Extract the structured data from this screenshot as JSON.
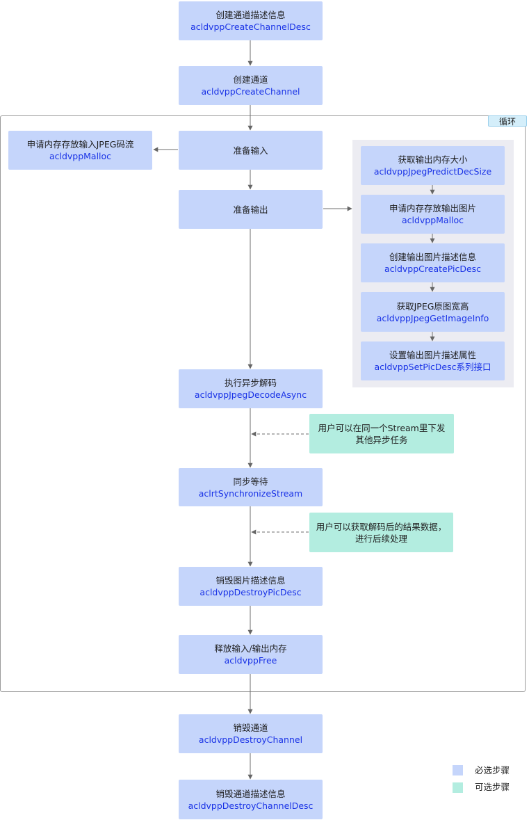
{
  "loop_label": "循环",
  "steps": {
    "create_channel_desc": {
      "title": "创建通道描述信息",
      "api": "acldvppCreateChannelDesc"
    },
    "create_channel": {
      "title": "创建通道",
      "api": "acldvppCreateChannel"
    },
    "prepare_input": {
      "title": "准备输入"
    },
    "malloc_input": {
      "title": "申请内存存放输入JPEG码流",
      "api": "acldvppMalloc"
    },
    "prepare_output": {
      "title": "准备输出"
    },
    "predict_size": {
      "title": "获取输出内存大小",
      "api": "acldvppJpegPredictDecSize"
    },
    "malloc_output": {
      "title": "申请内存存放输出图片",
      "api": "acldvppMalloc"
    },
    "create_pic_desc": {
      "title": "创建输出图片描述信息",
      "api": "acldvppCreatePicDesc"
    },
    "get_image_info": {
      "title": "获取JPEG原图宽高",
      "api": "acldvppJpegGetImageInfo"
    },
    "set_pic_desc": {
      "title": "设置输出图片描述属性",
      "api": "acldvppSetPicDesc系列接口"
    },
    "decode_async": {
      "title": "执行异步解码",
      "api": "acldvppJpegDecodeAsync"
    },
    "sync_wait": {
      "title": "同步等待",
      "api": "aclrtSynchronizeStream"
    },
    "destroy_pic_desc": {
      "title": "销毁图片描述信息",
      "api": "acldvppDestroyPicDesc"
    },
    "free_memory": {
      "title": "释放输入/输出内存",
      "api": "acldvppFree"
    },
    "destroy_channel": {
      "title": "销毁通道",
      "api": "acldvppDestroyChannel"
    },
    "destroy_channel_desc": {
      "title": "销毁通道描述信息",
      "api": "acldvppDestroyChannelDesc"
    }
  },
  "optional_notes": {
    "other_tasks": {
      "line1": "用户可以在同一个Stream里下发",
      "line2": "其他异步任务"
    },
    "get_result": {
      "line1": "用户可以获取解码后的结果数据，",
      "line2": "进行后续处理"
    }
  },
  "legend": {
    "required": {
      "label": "必选步骤",
      "color": "#c5d5fb"
    },
    "optional": {
      "label": "可选步骤",
      "color": "#b3ede0"
    }
  }
}
